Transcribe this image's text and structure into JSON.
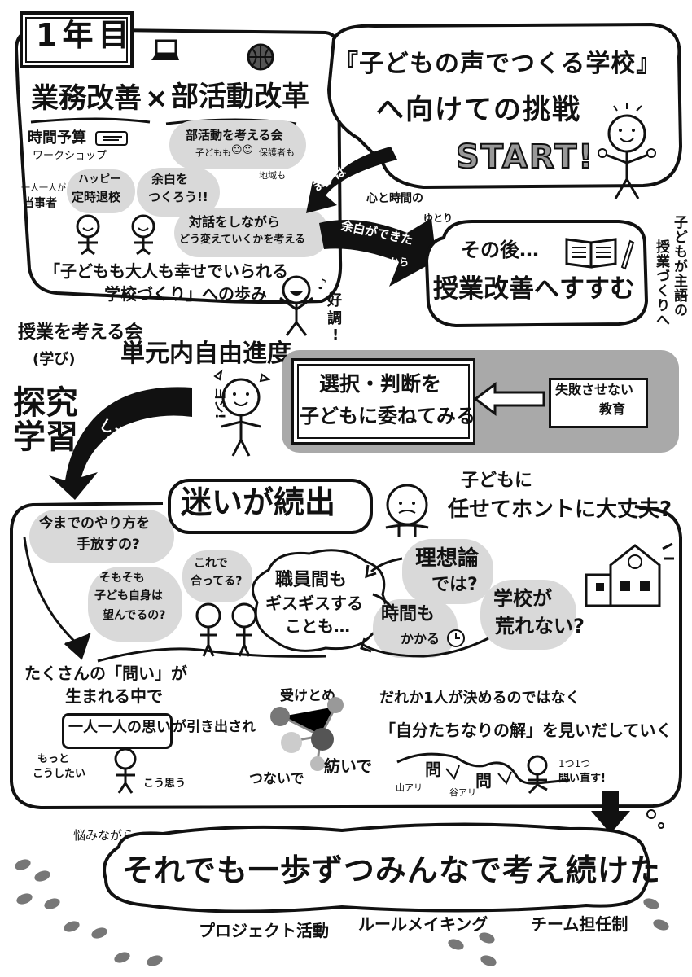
{
  "year1": {
    "label": "1年目",
    "heading_left": "業務改善",
    "heading_x": "×",
    "heading_right": "部活動改革",
    "budget_line1": "時間予算",
    "budget_line2": "ワークショップ",
    "club_line1": "部活動を考える会",
    "club_line2": "子どもも",
    "club_line3": "保護者も",
    "club_line4": "地域も",
    "person_line1": "一人一人が",
    "person_line2": "当事者",
    "happy_line1": "ハッピー",
    "happy_line2": "定時退校",
    "yohaku_line1": "余白を",
    "yohaku_line2": "つくろう!!",
    "dialog_line1": "対話をしながら",
    "dialog_line2": "どう変えていくかを考える",
    "goal_line1": "「子どもも大人も幸せでいられる",
    "goal_line2": "学校づくり」への歩み",
    "koucho_line1": "好",
    "koucho_line2": "調",
    "koucho_line3": "!"
  },
  "challenge": {
    "line1": "『子どもの声でつくる学校』",
    "line2": "へ向けての挑戦",
    "start": "START!"
  },
  "arrows": {
    "mazuwa": "まずは",
    "yohaku_dekita_line1": "余白ができた",
    "yohaku_dekita_line2": "から",
    "kokoro_line1": "心と時間の",
    "kokoro_line2": "ゆとり",
    "shikashi": "しかし…"
  },
  "after": {
    "line1": "その後…",
    "line2": "授業改善へすすむ",
    "side_line1": "子どもが主語の",
    "side_line2": "授業づくりへ"
  },
  "methods": {
    "line1": "授業を考える会",
    "line2": "(学び)",
    "tankyu": "探究",
    "gakushu": "学習",
    "tangen": "単元内自由進度",
    "yoshi": "ヨシ!"
  },
  "choice": {
    "line1": "選択・判断を",
    "line2": "子どもに委ねてみる",
    "failure_line1": "失敗させない",
    "failure_line2": "教育"
  },
  "confusion": {
    "title": "迷いが続出",
    "ok_line1": "子どもに",
    "ok_line2": "任せてホントに大丈夫?",
    "q1_line1": "今までのやり方を",
    "q1_line2": "手放すの?",
    "q2_line1": "そもそも",
    "q2_line2": "子ども自身は",
    "q2_line3": "望んでるの?",
    "q3_line1": "これで",
    "q3_line2": "合ってる?",
    "center_line1": "職員間も",
    "center_line2": "ギスギスする",
    "center_line3": "ことも…",
    "ideal_line1": "理想論",
    "ideal_line2": "では?",
    "time_line1": "時間も",
    "time_line2": "かかる",
    "school_line1": "学校が",
    "school_line2": "荒れない?"
  },
  "process": {
    "toi_line1": "たくさんの「問い」が",
    "toi_line2": "生まれる中で",
    "omoi": "一人一人の思い",
    "hikidasu": "が引き出され",
    "motto_line1": "もっと",
    "motto_line2": "こうしたい",
    "kou_omou": "こう思う",
    "uketome": "受けとめ",
    "tsunaide": "つないで",
    "musunde": "紡いで",
    "dareka": "だれか1人が決めるのではなく",
    "kai": "「自分たちなりの解」を見いだしていく",
    "yama": "山アリ",
    "tani": "谷アリ",
    "toi": "問",
    "hitotsu_line1": "1つ1つ",
    "hitotsu_line2": "問い直す!"
  },
  "footer": {
    "nayami": "悩みながら",
    "main": "それでも一歩ずつみんなで考え続けた",
    "tag1": "プロジェクト活動",
    "tag2": "ルールメイキング",
    "tag3": "チーム担任制"
  }
}
